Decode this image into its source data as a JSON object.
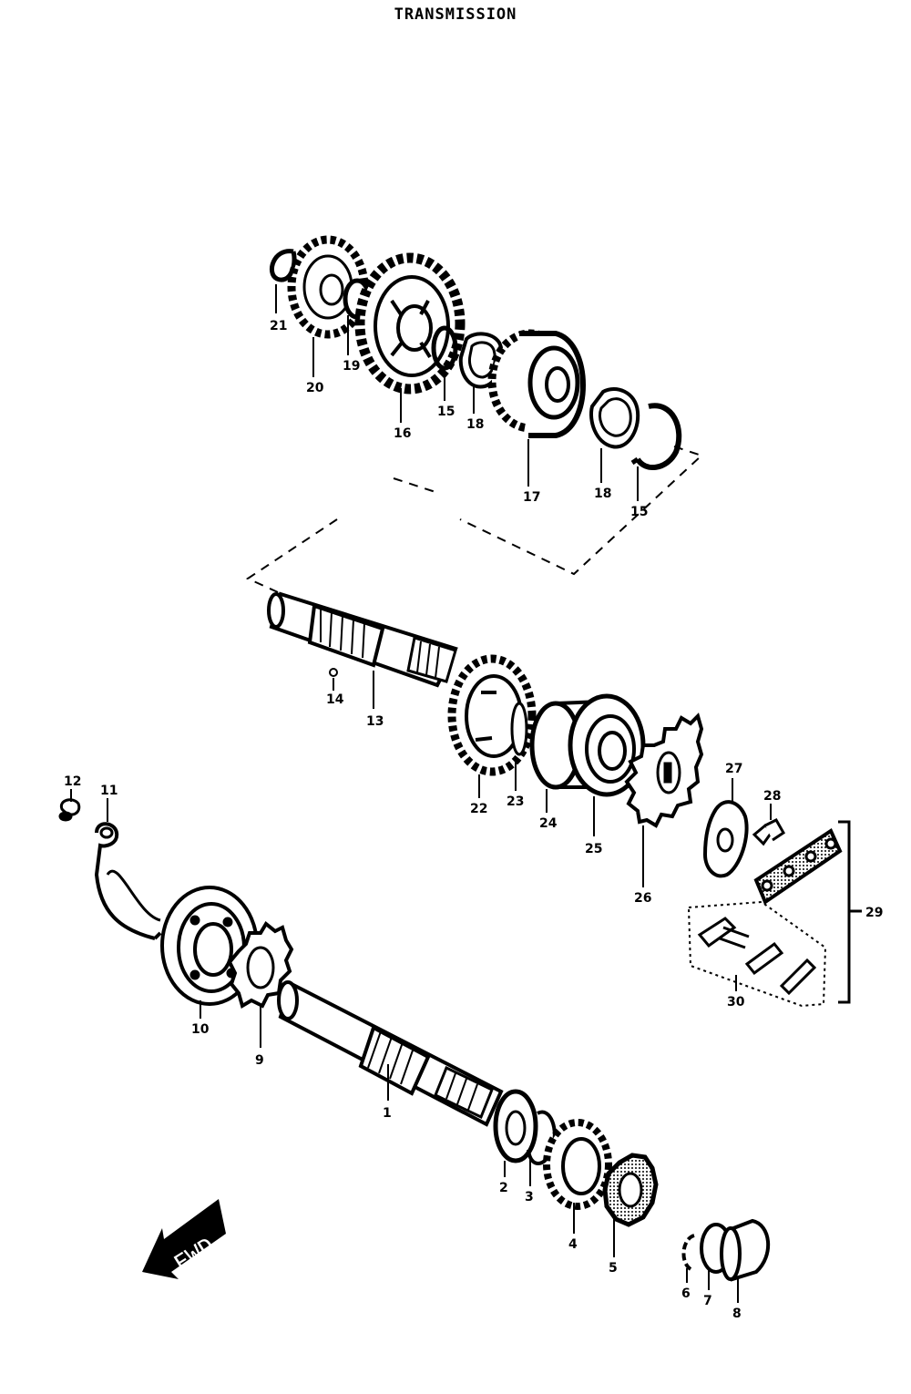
{
  "title": "TRANSMISSION",
  "fwd_label": "FWD",
  "callouts": [
    {
      "id": "c1",
      "text": "1"
    },
    {
      "id": "c2",
      "text": "2"
    },
    {
      "id": "c3",
      "text": "3"
    },
    {
      "id": "c4",
      "text": "4"
    },
    {
      "id": "c5",
      "text": "5"
    },
    {
      "id": "c6",
      "text": "6"
    },
    {
      "id": "c7",
      "text": "7"
    },
    {
      "id": "c8",
      "text": "8"
    },
    {
      "id": "c9",
      "text": "9"
    },
    {
      "id": "c10",
      "text": "10"
    },
    {
      "id": "c11",
      "text": "11"
    },
    {
      "id": "c12",
      "text": "12"
    },
    {
      "id": "c13",
      "text": "13"
    },
    {
      "id": "c14",
      "text": "14"
    },
    {
      "id": "c15a",
      "text": "15"
    },
    {
      "id": "c15b",
      "text": "15"
    },
    {
      "id": "c16",
      "text": "16"
    },
    {
      "id": "c17",
      "text": "17"
    },
    {
      "id": "c18a",
      "text": "18"
    },
    {
      "id": "c18b",
      "text": "18"
    },
    {
      "id": "c19",
      "text": "19"
    },
    {
      "id": "c20",
      "text": "20"
    },
    {
      "id": "c21",
      "text": "21"
    },
    {
      "id": "c22",
      "text": "22"
    },
    {
      "id": "c23",
      "text": "23"
    },
    {
      "id": "c24",
      "text": "24"
    },
    {
      "id": "c25",
      "text": "25"
    },
    {
      "id": "c26",
      "text": "26"
    },
    {
      "id": "c27",
      "text": "27"
    },
    {
      "id": "c28",
      "text": "28"
    },
    {
      "id": "c29",
      "text": "29"
    },
    {
      "id": "c30",
      "text": "30"
    }
  ],
  "colors": {
    "ink": "#000000",
    "paper": "#ffffff"
  }
}
